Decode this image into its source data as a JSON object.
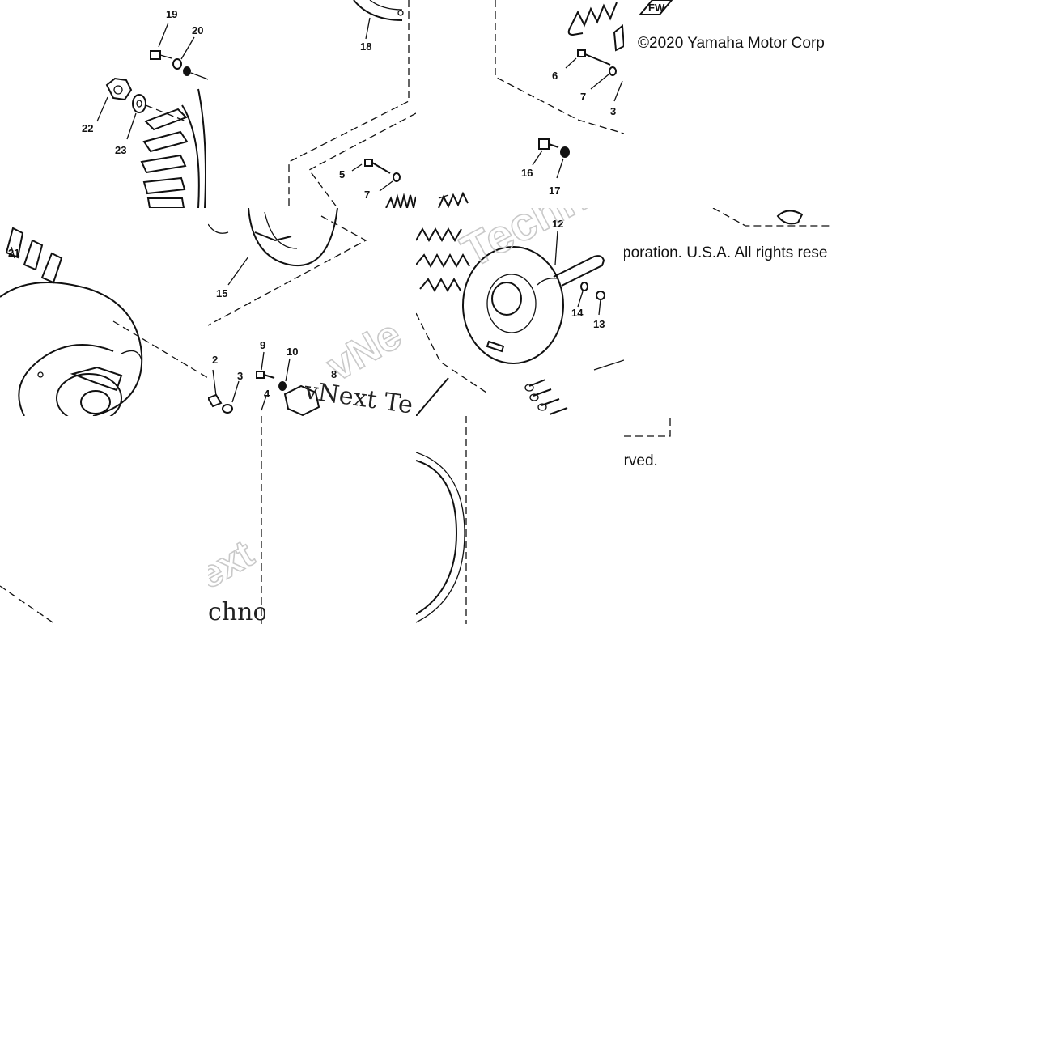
{
  "diagram": {
    "copyright_lines": [
      "©2020 Yamaha Motor Corp",
      "poration. U.S.A. All rights rese",
      "erved."
    ],
    "watermark_fragments": [
      "vNext Te",
      "chno",
      "Techno",
      "vNe",
      "ext"
    ],
    "part_labels": {
      "p2": "2",
      "p3": "3",
      "p4": "4",
      "p5": "5",
      "p6": "6",
      "p7": "7",
      "p8": "8",
      "p9": "9",
      "p10": "10",
      "p11": "11",
      "p12": "12",
      "p13": "13",
      "p14": "14",
      "p15": "15",
      "p16": "16",
      "p17": "17",
      "p18": "18",
      "p19": "19",
      "p20": "20",
      "p21": "21",
      "p22": "22",
      "p23": "23"
    },
    "direction_tag": "FW"
  },
  "colors": {
    "ink": "#111111",
    "watermark": "#c9c9c9",
    "background": "#ffffff"
  }
}
